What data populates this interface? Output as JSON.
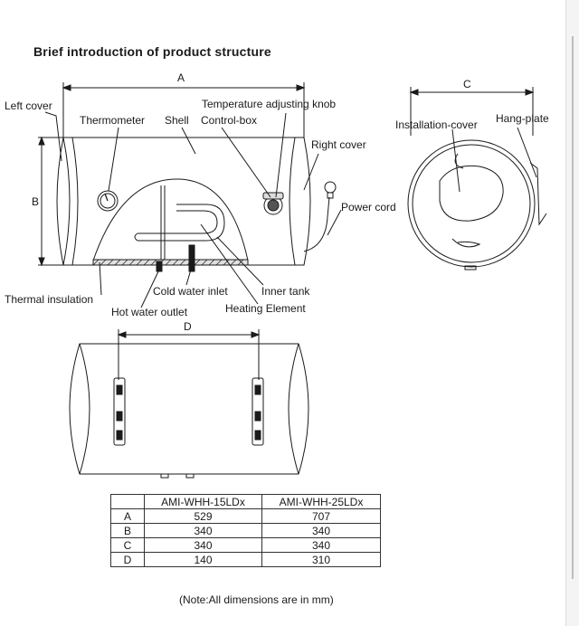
{
  "title": "Brief introduction of product structure",
  "labels": {
    "dim_a": "A",
    "dim_b": "B",
    "dim_c": "C",
    "dim_d": "D",
    "left_cover": "Left cover",
    "thermometer": "Thermometer",
    "shell": "Shell",
    "temp_knob": "Temperature adjusting knob",
    "control_box": "Control-box",
    "right_cover": "Right cover",
    "power_cord": "Power cord",
    "thermal_insulation": "Thermal insulation",
    "cold_water_inlet": "Cold water inlet",
    "inner_tank": "Inner tank",
    "hot_water_outlet": "Hot water outlet",
    "heating_element": "Heating Element",
    "installation_cover": "Installation-cover",
    "hang_plate": "Hang-plate"
  },
  "table": {
    "headers": [
      "",
      "AMI-WHH-15LDx",
      "AMI-WHH-25LDx"
    ],
    "rows": [
      {
        "dim": "A",
        "m15": "529",
        "m25": "707"
      },
      {
        "dim": "B",
        "m15": "340",
        "m25": "340"
      },
      {
        "dim": "C",
        "m15": "340",
        "m25": "340"
      },
      {
        "dim": "D",
        "m15": "140",
        "m25": "310"
      }
    ]
  },
  "note": "(Note:All dimensions are in mm)"
}
